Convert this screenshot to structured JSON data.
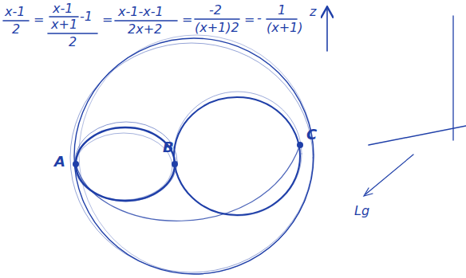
{
  "diagram": {
    "labels": [
      "x-1",
      "2",
      "=",
      "x-1",
      "x+1",
      "-1",
      "2",
      "=",
      "x-1-x-1",
      "2x+2",
      "=",
      "-2",
      "(x+1)2",
      "=",
      "-",
      "1",
      "(x+1)",
      "z",
      "A",
      "B",
      "C",
      "Lg"
    ]
  }
}
